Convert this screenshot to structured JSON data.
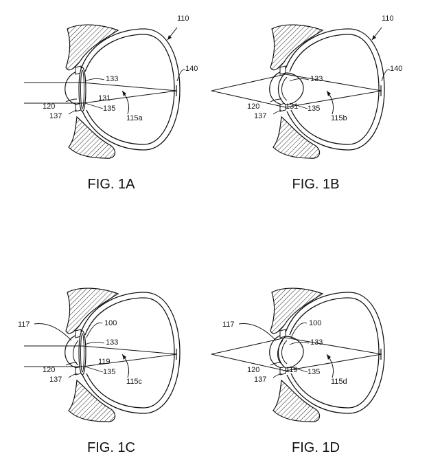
{
  "figures": [
    {
      "caption": "FIG. 1A",
      "parallel_rays": true,
      "lens": "thin",
      "labels": {
        "ref": "110",
        "retina": "140",
        "lens_top": "133",
        "lens_mid": "131",
        "lens_bot": "135",
        "cornea": "120",
        "iris": "137",
        "ray": "115a"
      }
    },
    {
      "caption": "FIG. 1B",
      "parallel_rays": false,
      "lens": "thick",
      "labels": {
        "ref": "110",
        "retina": "140",
        "lens_top": "133",
        "lens_mid": "131",
        "lens_bot": "135",
        "cornea": "120",
        "iris": "137",
        "ray": "115b"
      }
    },
    {
      "caption": "FIG. 1C",
      "parallel_rays": true,
      "lens": "thin",
      "labels": {
        "device": "100",
        "lens_top": "133",
        "lens_mid": "119",
        "lens_bot": "135",
        "outer": "117",
        "cornea": "120",
        "iris": "137",
        "ray": "115c"
      }
    },
    {
      "caption": "FIG. 1D",
      "parallel_rays": false,
      "lens": "thick",
      "labels": {
        "device": "100",
        "lens_top": "133",
        "lens_mid": "119",
        "lens_bot": "135",
        "outer": "117",
        "cornea": "120",
        "iris": "137",
        "ray": "115d"
      }
    }
  ]
}
